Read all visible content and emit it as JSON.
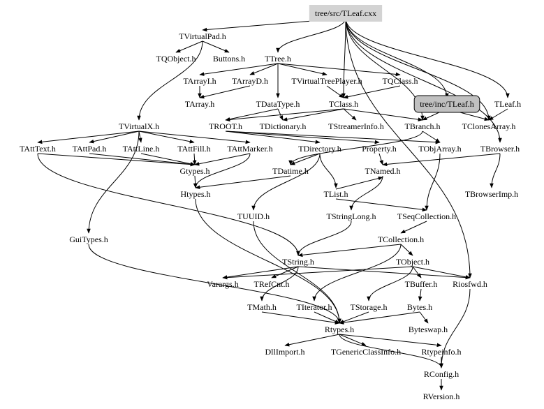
{
  "title": "tree/src/TLeaf.cxx",
  "nodes": [
    {
      "id": "tleaf_cxx",
      "label": "tree/src/TLeaf.cxx",
      "style": "box"
    },
    {
      "id": "tvirtualpad",
      "label": "TVirtualPad.h"
    },
    {
      "id": "tqobject",
      "label": "TQObject.h"
    },
    {
      "id": "buttons",
      "label": "Buttons.h"
    },
    {
      "id": "ttree",
      "label": "TTree.h"
    },
    {
      "id": "tarrayi",
      "label": "TArrayI.h"
    },
    {
      "id": "tarrayd",
      "label": "TArrayD.h"
    },
    {
      "id": "tvirtualtreeplayer",
      "label": "TVirtualTreePlayer.h"
    },
    {
      "id": "tqclass",
      "label": "TQClass.h"
    },
    {
      "id": "tarray",
      "label": "TArray.h"
    },
    {
      "id": "tdatatype",
      "label": "TDataType.h"
    },
    {
      "id": "tclass",
      "label": "TClass.h"
    },
    {
      "id": "tleaf_inc",
      "label": "tree/inc/TLeaf.h",
      "style": "rounded"
    },
    {
      "id": "tleaf_h",
      "label": "TLeaf.h"
    },
    {
      "id": "tvirtualx",
      "label": "TVirtualX.h"
    },
    {
      "id": "troot",
      "label": "TROOT.h"
    },
    {
      "id": "tdictionary",
      "label": "TDictionary.h"
    },
    {
      "id": "tstreamerinfo",
      "label": "TStreamerInfo.h"
    },
    {
      "id": "tbranch",
      "label": "TBranch.h"
    },
    {
      "id": "tclonesarray",
      "label": "TClonesArray.h"
    },
    {
      "id": "tatttext",
      "label": "TAttText.h"
    },
    {
      "id": "tattpad",
      "label": "TAttPad.h"
    },
    {
      "id": "tattline",
      "label": "TAttLine.h"
    },
    {
      "id": "tattfill",
      "label": "TAttFill.h"
    },
    {
      "id": "tattmarker",
      "label": "TAttMarker.h"
    },
    {
      "id": "tdirectory",
      "label": "TDirectory.h"
    },
    {
      "id": "property",
      "label": "Property.h"
    },
    {
      "id": "tobjarray",
      "label": "TObjArray.h"
    },
    {
      "id": "tbrowser",
      "label": "TBrowser.h"
    },
    {
      "id": "gtypes",
      "label": "Gtypes.h"
    },
    {
      "id": "tdatime",
      "label": "TDatime.h"
    },
    {
      "id": "tnamed",
      "label": "TNamed.h"
    },
    {
      "id": "htypes",
      "label": "Htypes.h"
    },
    {
      "id": "tlist",
      "label": "TList.h"
    },
    {
      "id": "tbrowserimp",
      "label": "TBrowserImp.h"
    },
    {
      "id": "tuuid",
      "label": "TUUID.h"
    },
    {
      "id": "tstringlong",
      "label": "TStringLong.h"
    },
    {
      "id": "tseqcollection",
      "label": "TSeqCollection.h"
    },
    {
      "id": "guitypes",
      "label": "GuiTypes.h"
    },
    {
      "id": "tcollection",
      "label": "TCollection.h"
    },
    {
      "id": "tstring",
      "label": "TString.h"
    },
    {
      "id": "tobject",
      "label": "TObject.h"
    },
    {
      "id": "varargs",
      "label": "Varargs.h"
    },
    {
      "id": "trefcnt",
      "label": "TRefCnt.h"
    },
    {
      "id": "tbuffer",
      "label": "TBuffer.h"
    },
    {
      "id": "riosfwd",
      "label": "Riosfwd.h"
    },
    {
      "id": "tmath",
      "label": "TMath.h"
    },
    {
      "id": "titerator",
      "label": "TIterator.h"
    },
    {
      "id": "tstorage",
      "label": "TStorage.h"
    },
    {
      "id": "bytes",
      "label": "Bytes.h"
    },
    {
      "id": "rtypes",
      "label": "Rtypes.h"
    },
    {
      "id": "byteswap",
      "label": "Byteswap.h"
    },
    {
      "id": "dllimport",
      "label": "DllImport.h"
    },
    {
      "id": "tgenericclassinfo",
      "label": "TGenericClassInfo.h"
    },
    {
      "id": "rtypeinfo",
      "label": "Rtypeinfo.h"
    },
    {
      "id": "rconfig",
      "label": "RConfig.h"
    },
    {
      "id": "rversion",
      "label": "RVersion.h"
    }
  ],
  "edges": [
    [
      "tleaf_cxx",
      "tvirtualpad"
    ],
    [
      "tleaf_cxx",
      "ttree"
    ],
    [
      "tleaf_cxx",
      "tclass"
    ],
    [
      "tleaf_cxx",
      "tleaf_inc"
    ],
    [
      "tleaf_cxx",
      "tleaf_h"
    ],
    [
      "tleaf_cxx",
      "tbranch"
    ],
    [
      "tleaf_cxx",
      "tclonesarray"
    ],
    [
      "tleaf_cxx",
      "tbrowser"
    ],
    [
      "tleaf_cxx",
      "riosfwd"
    ],
    [
      "tvirtualpad",
      "tqobject"
    ],
    [
      "tvirtualpad",
      "buttons"
    ],
    [
      "tvirtualpad",
      "tvirtualx"
    ],
    [
      "ttree",
      "tarrayi"
    ],
    [
      "ttree",
      "tarrayd"
    ],
    [
      "ttree",
      "tvirtualtreeplayer"
    ],
    [
      "ttree",
      "tqclass"
    ],
    [
      "ttree",
      "tdatatype"
    ],
    [
      "tarrayi",
      "tarray"
    ],
    [
      "tarrayd",
      "tarray"
    ],
    [
      "tvirtualtreeplayer",
      "tclass"
    ],
    [
      "tqclass",
      "tclass"
    ],
    [
      "tdatatype",
      "troot"
    ],
    [
      "tdatatype",
      "tdictionary"
    ],
    [
      "tclass",
      "tdictionary"
    ],
    [
      "tclass",
      "tstreamerinfo"
    ],
    [
      "tclass",
      "tbranch"
    ],
    [
      "tclass",
      "troot"
    ],
    [
      "tleaf_inc",
      "tbranch"
    ],
    [
      "tleaf_inc",
      "tclonesarray"
    ],
    [
      "tleaf_h",
      "tclonesarray"
    ],
    [
      "tvirtualx",
      "tatttext"
    ],
    [
      "tvirtualx",
      "tattpad"
    ],
    [
      "tvirtualx",
      "tattline"
    ],
    [
      "tvirtualx",
      "tattfill"
    ],
    [
      "tvirtualx",
      "tattmarker"
    ],
    [
      "tvirtualx",
      "guitypes"
    ],
    [
      "troot",
      "tdirectory"
    ],
    [
      "troot",
      "property"
    ],
    [
      "troot",
      "tobjarray"
    ],
    [
      "tbranch",
      "tobjarray"
    ],
    [
      "tbranch",
      "tdatime"
    ],
    [
      "tatttext",
      "gtypes"
    ],
    [
      "tattpad",
      "gtypes"
    ],
    [
      "tattline",
      "gtypes"
    ],
    [
      "tattfill",
      "gtypes"
    ],
    [
      "tattmarker",
      "gtypes"
    ],
    [
      "gtypes",
      "htypes"
    ],
    [
      "tdatime",
      "htypes"
    ],
    [
      "tattmarker",
      "htypes"
    ],
    [
      "tdirectory",
      "tdatime"
    ],
    [
      "tdirectory",
      "tlist"
    ],
    [
      "tdirectory",
      "tuuid"
    ],
    [
      "property",
      "tnamed"
    ],
    [
      "tobjarray",
      "tseqcollection"
    ],
    [
      "tbrowser",
      "tbrowserimp"
    ],
    [
      "tbrowser",
      "tnamed"
    ],
    [
      "tnamed",
      "tstringlong"
    ],
    [
      "tlist",
      "tseqcollection"
    ],
    [
      "tlist",
      "tnamed"
    ],
    [
      "tseqcollection",
      "tcollection"
    ],
    [
      "tcollection",
      "tstring"
    ],
    [
      "tcollection",
      "tobject"
    ],
    [
      "tcollection",
      "titerator"
    ],
    [
      "tstringlong",
      "tstring"
    ],
    [
      "tatttext",
      "tstring"
    ],
    [
      "tstring",
      "varargs"
    ],
    [
      "tstring",
      "trefcnt"
    ],
    [
      "tstring",
      "tmath"
    ],
    [
      "tstring",
      "riosfwd"
    ],
    [
      "tobject",
      "tbuffer"
    ],
    [
      "tobject",
      "riosfwd"
    ],
    [
      "tobject",
      "tstorage"
    ],
    [
      "tobject",
      "varargs"
    ],
    [
      "tbuffer",
      "bytes"
    ],
    [
      "bytes",
      "byteswap"
    ],
    [
      "bytes",
      "rtypes"
    ],
    [
      "tmath",
      "rtypes"
    ],
    [
      "titerator",
      "rtypes"
    ],
    [
      "tstorage",
      "rtypes"
    ],
    [
      "htypes",
      "rtypes"
    ],
    [
      "tuuid",
      "rtypes"
    ],
    [
      "guitypes",
      "rtypes"
    ],
    [
      "rtypes",
      "dllimport"
    ],
    [
      "rtypes",
      "tgenericclassinfo"
    ],
    [
      "rtypes",
      "rtypeinfo"
    ],
    [
      "rtypes",
      "rconfig"
    ],
    [
      "rtypeinfo",
      "rconfig"
    ],
    [
      "riosfwd",
      "rconfig"
    ],
    [
      "rconfig",
      "rversion"
    ]
  ]
}
